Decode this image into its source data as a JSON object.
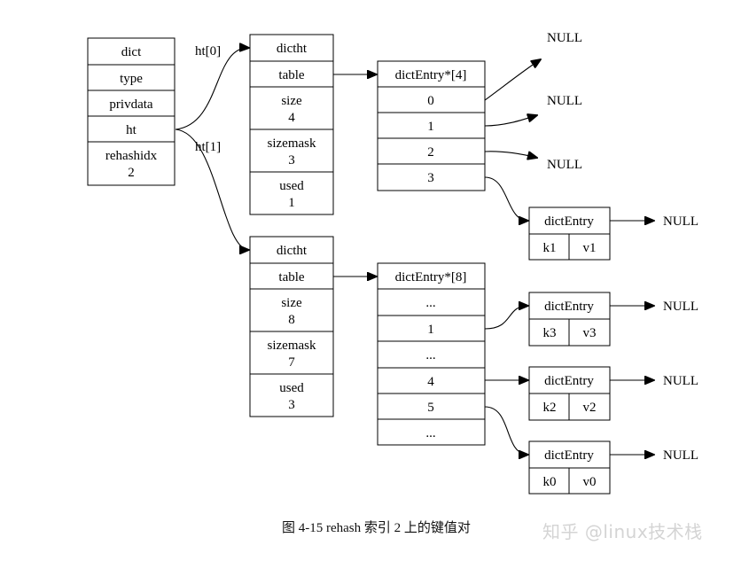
{
  "dict": {
    "labels": [
      "dict",
      "type",
      "privdata",
      "ht",
      "rehashidx",
      "2"
    ]
  },
  "edge_labels": {
    "ht0": "ht[0]",
    "ht1": "ht[1]"
  },
  "dictht0": {
    "labels": [
      "dictht",
      "table",
      "size",
      "4",
      "sizemask",
      "3",
      "used",
      "1"
    ]
  },
  "dictht1": {
    "labels": [
      "dictht",
      "table",
      "size",
      "8",
      "sizemask",
      "7",
      "used",
      "3"
    ]
  },
  "array0": {
    "header": "dictEntry*[4]",
    "cells": [
      "0",
      "1",
      "2",
      "3"
    ]
  },
  "array1": {
    "header": "dictEntry*[8]",
    "cells": [
      "...",
      "1",
      "...",
      "4",
      "5",
      "..."
    ]
  },
  "entries": [
    {
      "title": "dictEntry",
      "key": "k1",
      "value": "v1"
    },
    {
      "title": "dictEntry",
      "key": "k3",
      "value": "v3"
    },
    {
      "title": "dictEntry",
      "key": "k2",
      "value": "v2"
    },
    {
      "title": "dictEntry",
      "key": "k0",
      "value": "v0"
    }
  ],
  "null_label": "NULL",
  "caption": "图 4-15    rehash 索引 2 上的键值对",
  "watermark": "知乎 @linux技术栈"
}
